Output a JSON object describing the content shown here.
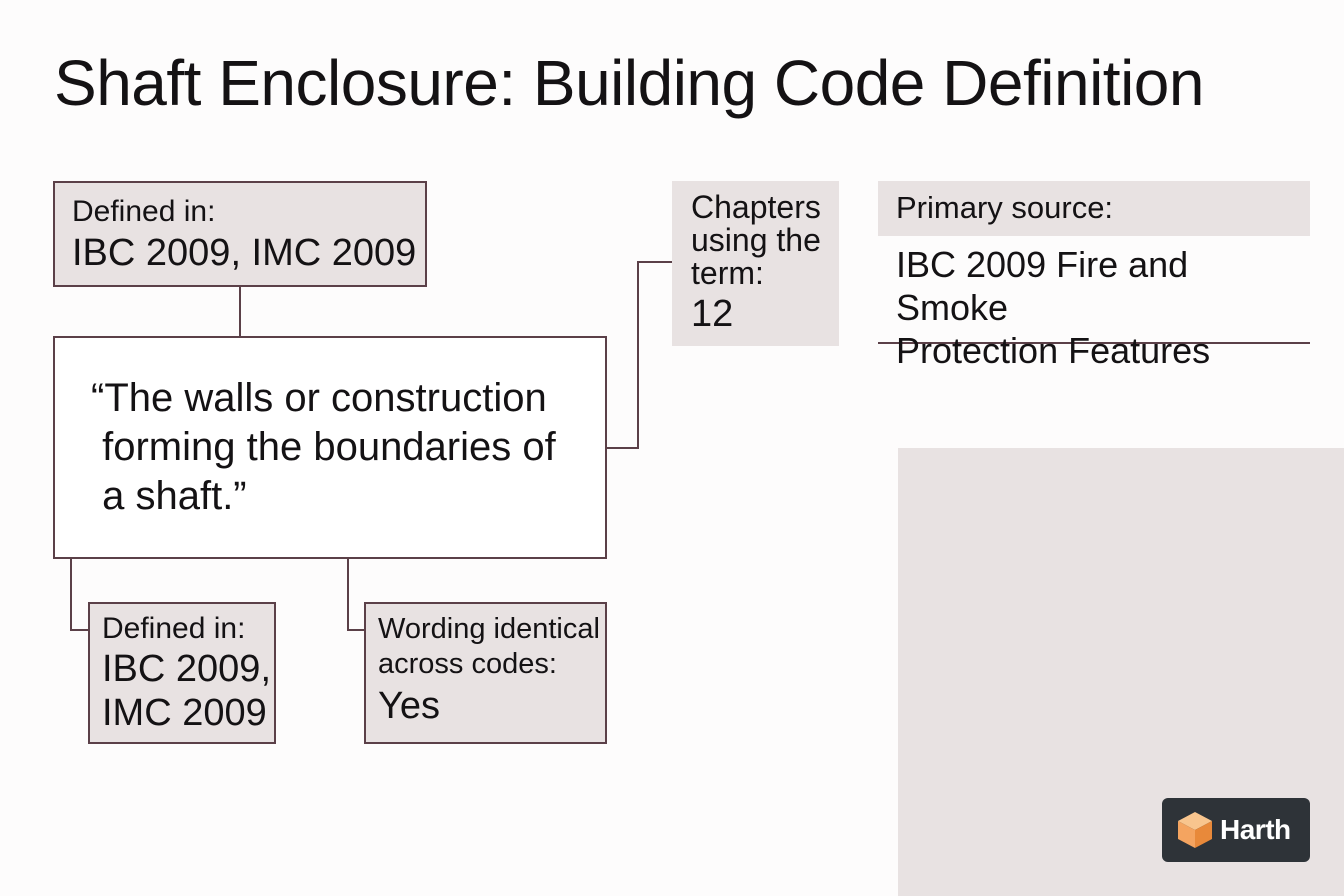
{
  "title": "Shaft Enclosure: Building Code Definition",
  "defined_in_top": {
    "label": "Defined in:",
    "value": "IBC 2009, IMC 2009"
  },
  "definition": {
    "quote": "“The walls or construction\n forming the boundaries of\n a shaft.”"
  },
  "defined_in_bottom": {
    "label": "Defined in:",
    "value_line1": "IBC 2009,",
    "value_line2": "IMC 2009"
  },
  "wording": {
    "label_line1": "Wording identical",
    "label_line2": "across codes:",
    "value": "Yes"
  },
  "chapters": {
    "label_line1": "Chapters",
    "label_line2": "using the",
    "label_line3": "term:",
    "value": "12"
  },
  "primary_source": {
    "label": "Primary source:",
    "value_line1": "IBC 2009 Fire and Smoke",
    "value_line2": "Protection Features"
  },
  "logo": {
    "text": "Harth",
    "icon": "cube-icon"
  },
  "colors": {
    "box_fill": "#e8e2e2",
    "border": "#5b4048",
    "logo_bg": "#2e3338",
    "logo_accent": "#f4a460"
  }
}
